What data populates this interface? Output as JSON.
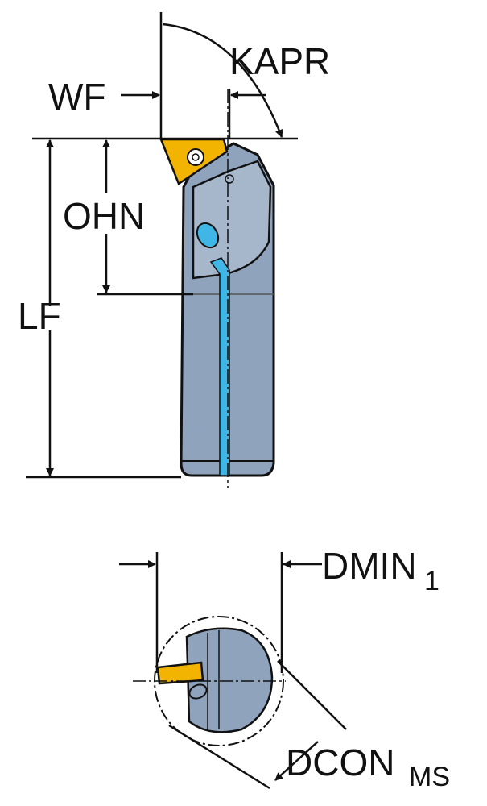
{
  "labels": {
    "wf": "WF",
    "kapr": "KAPR",
    "ohn": "OHN",
    "lf": "LF",
    "dmin": "DMIN",
    "dmin_sub": "1",
    "dcon": "DCON",
    "dcon_sub": "MS"
  },
  "colors": {
    "body": "#8fa3bd",
    "body_dark": "#5c708c",
    "insert": "#f2b400",
    "coolant": "#3fb6e6",
    "line": "#111111"
  }
}
